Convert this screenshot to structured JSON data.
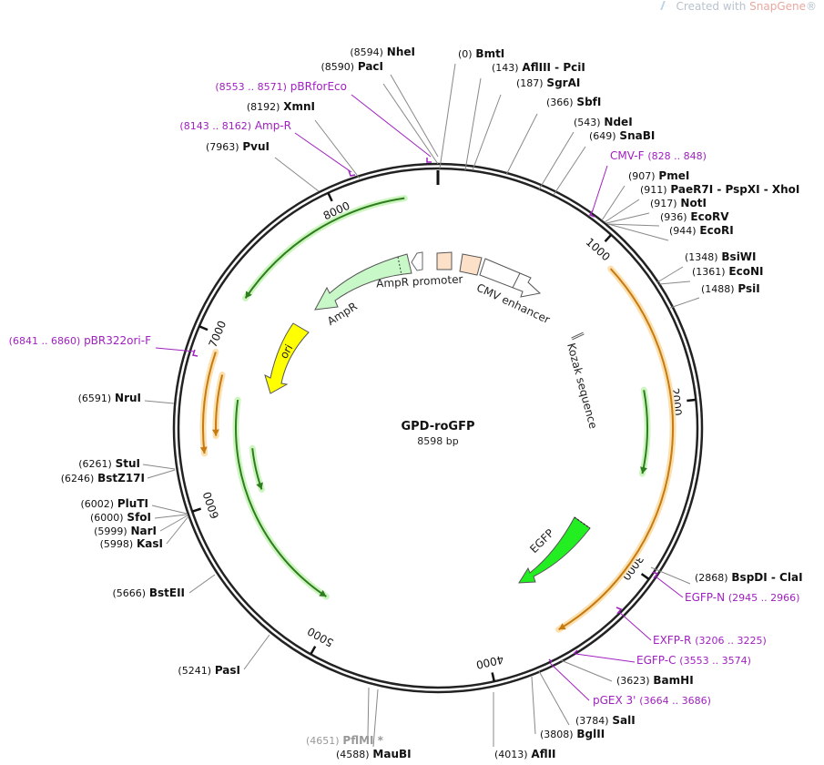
{
  "watermark": {
    "prefix": "Created with ",
    "brand": "SnapGene",
    "mark": "®"
  },
  "plasmid": {
    "name": "GPD-roGFP",
    "length": "8598 bp"
  },
  "ticks": [
    "1000",
    "2000",
    "3000",
    "4000",
    "5000",
    "6000",
    "7000",
    "8000"
  ],
  "sites": [
    {
      "pos": "(8594)",
      "name": "NheI"
    },
    {
      "pos": "(8590)",
      "name": "PacI"
    },
    {
      "pos": "(8192)",
      "name": "XmnI"
    },
    {
      "pos": "(7963)",
      "name": "PvuI"
    },
    {
      "pos": "(0)",
      "name": "BmtI"
    },
    {
      "pos": "(143)",
      "name": "AflIII - PciI"
    },
    {
      "pos": "(187)",
      "name": "SgrAI"
    },
    {
      "pos": "(366)",
      "name": "SbfI"
    },
    {
      "pos": "(543)",
      "name": "NdeI"
    },
    {
      "pos": "(649)",
      "name": "SnaBI"
    },
    {
      "pos": "(907)",
      "name": "PmeI"
    },
    {
      "pos": "(911)",
      "name": "PaeR7I - PspXI - XhoI"
    },
    {
      "pos": "(917)",
      "name": "NotI"
    },
    {
      "pos": "(936)",
      "name": "EcoRV"
    },
    {
      "pos": "(944)",
      "name": "EcoRI"
    },
    {
      "pos": "(1348)",
      "name": "BsiWI"
    },
    {
      "pos": "(1361)",
      "name": "EcoNI"
    },
    {
      "pos": "(1488)",
      "name": "PsiI"
    },
    {
      "pos": "(2868)",
      "name": "BspDI - ClaI"
    },
    {
      "pos": "(3623)",
      "name": "BamHI"
    },
    {
      "pos": "(3784)",
      "name": "SalI"
    },
    {
      "pos": "(3808)",
      "name": "BglII"
    },
    {
      "pos": "(4013)",
      "name": "AflII"
    },
    {
      "pos": "(4588)",
      "name": "MauBI"
    },
    {
      "pos": "(4651)",
      "name": "PflMI *"
    },
    {
      "pos": "(5241)",
      "name": "PasI"
    },
    {
      "pos": "(5666)",
      "name": "BstEII"
    },
    {
      "pos": "(5998)",
      "name": "KasI"
    },
    {
      "pos": "(5999)",
      "name": "NarI"
    },
    {
      "pos": "(6000)",
      "name": "SfoI"
    },
    {
      "pos": "(6002)",
      "name": "PluTI"
    },
    {
      "pos": "(6246)",
      "name": "BstZ17I"
    },
    {
      "pos": "(6261)",
      "name": "StuI"
    },
    {
      "pos": "(6591)",
      "name": "NruI"
    }
  ],
  "primers": [
    {
      "name": "pBRforEco",
      "range": "(8553 .. 8571)"
    },
    {
      "name": "Amp-R",
      "range": "(8143 .. 8162)"
    },
    {
      "name": "CMV-F",
      "range": "(828 .. 848)"
    },
    {
      "name": "pBR322ori-F",
      "range": "(6841 .. 6860)"
    },
    {
      "name": "EGFP-N",
      "range": "(2945 .. 2966)"
    },
    {
      "name": "EXFP-R",
      "range": "(3206 .. 3225)"
    },
    {
      "name": "EGFP-C",
      "range": "(3553 .. 3574)"
    },
    {
      "name": "pGEX 3'",
      "range": "(3664 .. 3686)"
    }
  ],
  "features": {
    "ampr_promoter": "AmpR promoter",
    "cmv_enhancer": "CMV enhancer",
    "ampr": "AmpR",
    "ori": "ori",
    "kozak": "Kozak sequence",
    "egfp": "EGFP"
  },
  "colors": {
    "primer": "#a020c0",
    "egfp": "#22ee22",
    "ori": "#ffff00",
    "ampr": "#c8f8c8",
    "promoter": "#fde0c8",
    "orf_orange_fill": "#c77a10",
    "orf_orange_glow": "#fbe0b0",
    "orf_green_fill": "#2e7d1e",
    "orf_green_glow": "#cdf5c0",
    "backbone": "#222222",
    "leader": "#888888",
    "gray_site": "#999999"
  }
}
